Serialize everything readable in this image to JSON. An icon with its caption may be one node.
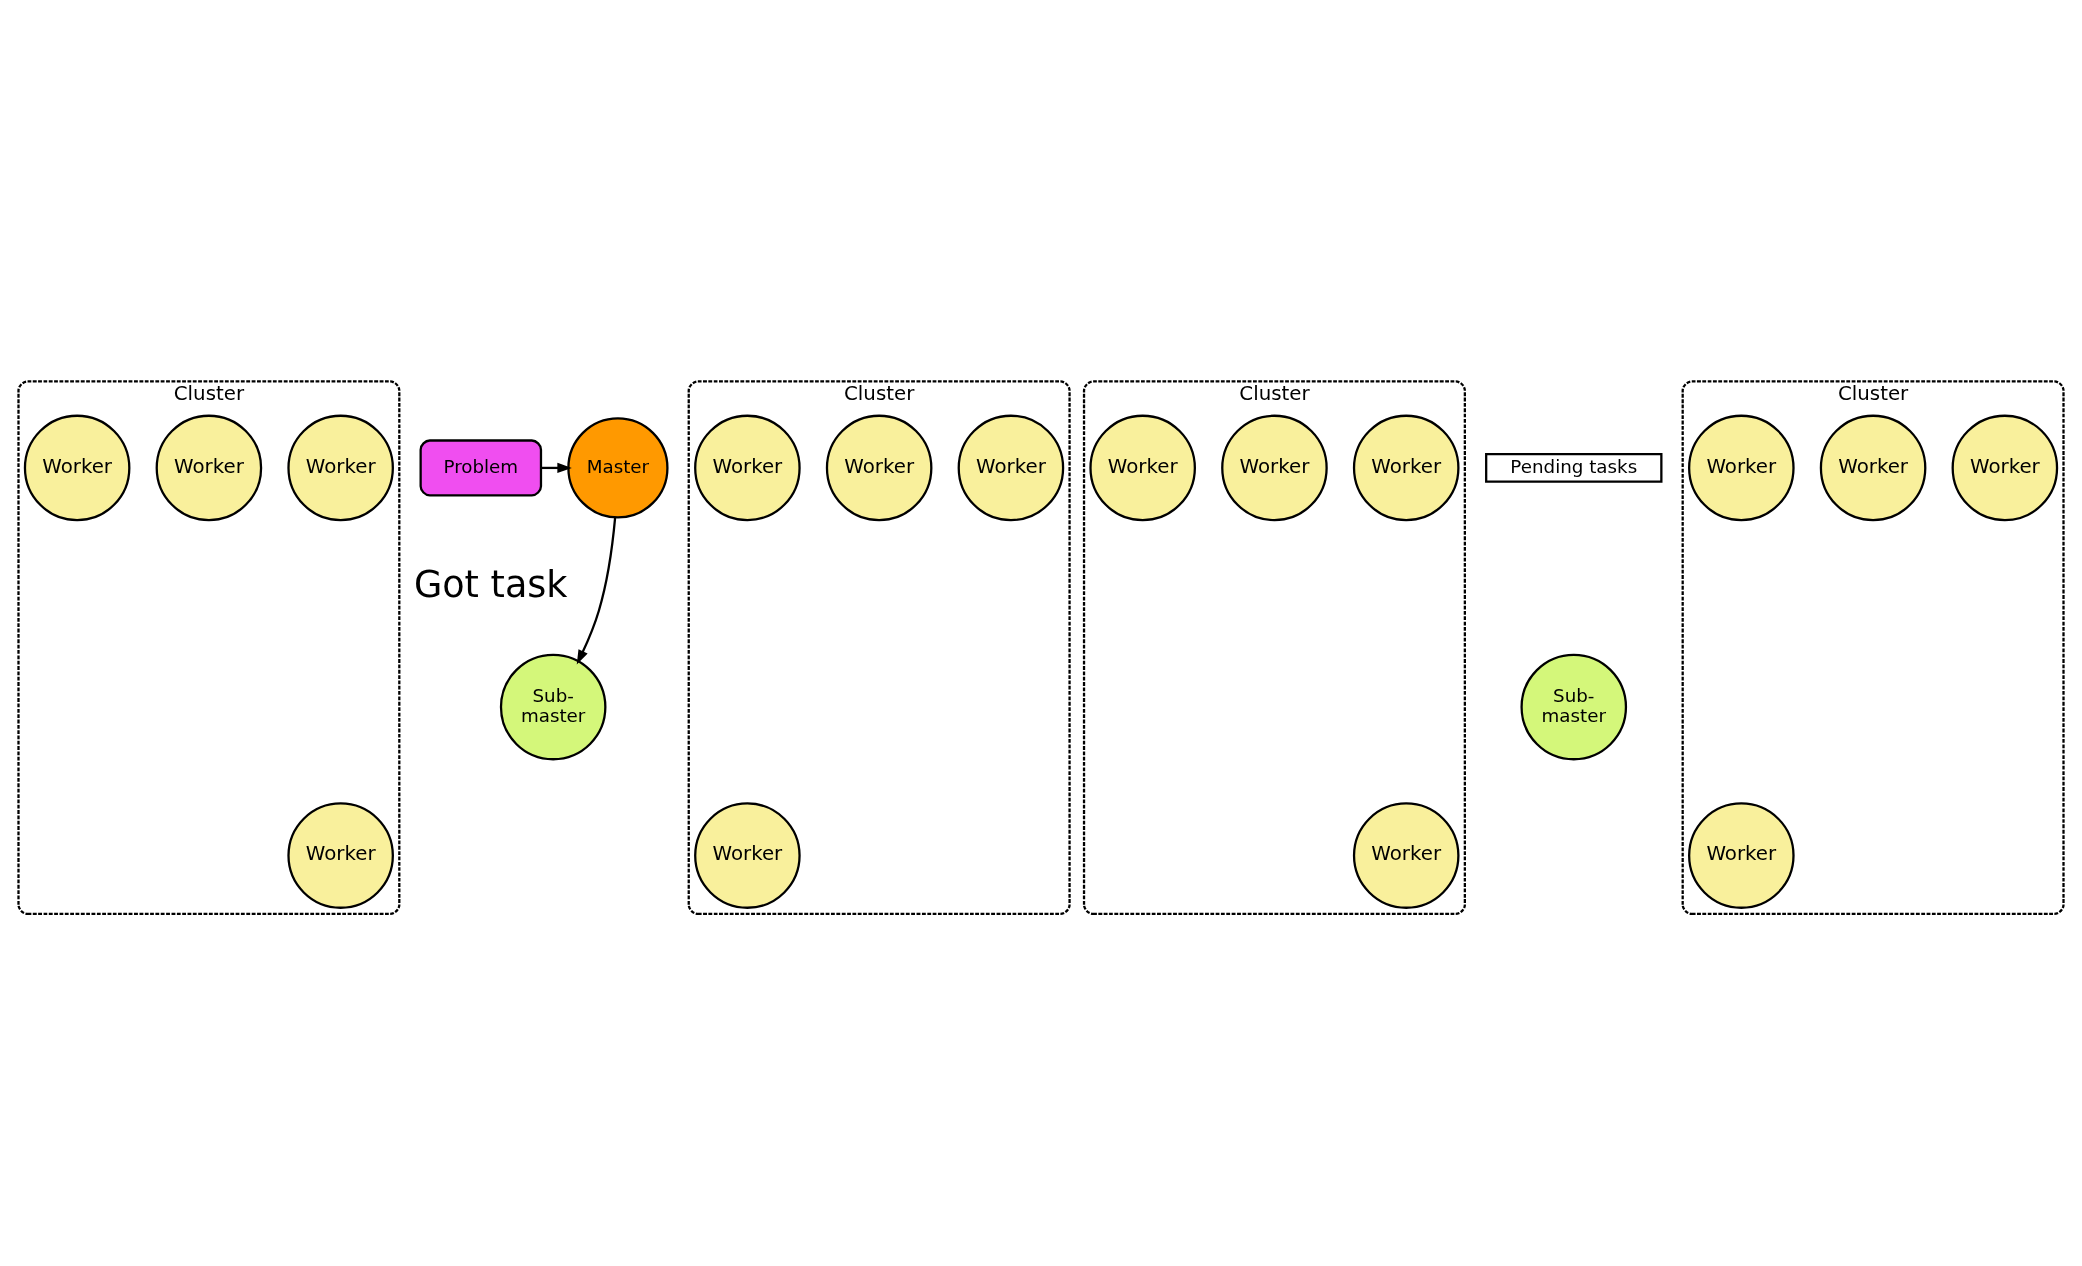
{
  "diagram": {
    "nodes": [
      {
        "text": [
          "Problem"
        ]
      },
      {
        "text": [
          "Master"
        ]
      },
      {
        "text": [
          "Pending tasks"
        ]
      },
      {
        "text": [
          "Sub- master"
        ]
      },
      {
        "text": [
          "Sub- master"
        ]
      },
      {
        "text": [
          "Cluster"
        ]
      },
      {
        "text": [
          "Worker"
        ],
        "in": 5
      },
      {
        "text": [
          "Worker"
        ],
        "in": 5
      },
      {
        "text": [
          "Worker"
        ],
        "in": 5
      },
      {
        "text": [
          "Worker"
        ],
        "in": 5
      },
      {
        "text": [
          "Cluster"
        ]
      },
      {
        "text": [
          "Worker"
        ],
        "in": 10
      },
      {
        "text": [
          "Worker"
        ],
        "in": 10
      },
      {
        "text": [
          "Worker"
        ],
        "in": 10
      },
      {
        "text": [
          "Worker"
        ],
        "in": 10
      },
      {
        "text": [
          "Cluster"
        ]
      },
      {
        "text": [
          "Worker"
        ],
        "in": 15
      },
      {
        "text": [
          "Worker"
        ],
        "in": 15
      },
      {
        "text": [
          "Worker"
        ],
        "in": 15
      },
      {
        "text": [
          "Worker"
        ],
        "in": 15
      },
      {
        "text": [
          "Cluster"
        ]
      },
      {
        "text": [
          "Worker"
        ],
        "in": 20
      },
      {
        "text": [
          "Worker"
        ],
        "in": 20
      },
      {
        "text": [
          "Worker"
        ],
        "in": 20
      },
      {
        "text": [
          "Worker"
        ],
        "in": 20
      }
    ],
    "edges": [
      {
        "from": 0,
        "to": 1,
        "arrow": "to"
      },
      {
        "from": 1,
        "to": 3,
        "arrow": "to"
      }
    ],
    "labels": [
      "Got task"
    ]
  }
}
